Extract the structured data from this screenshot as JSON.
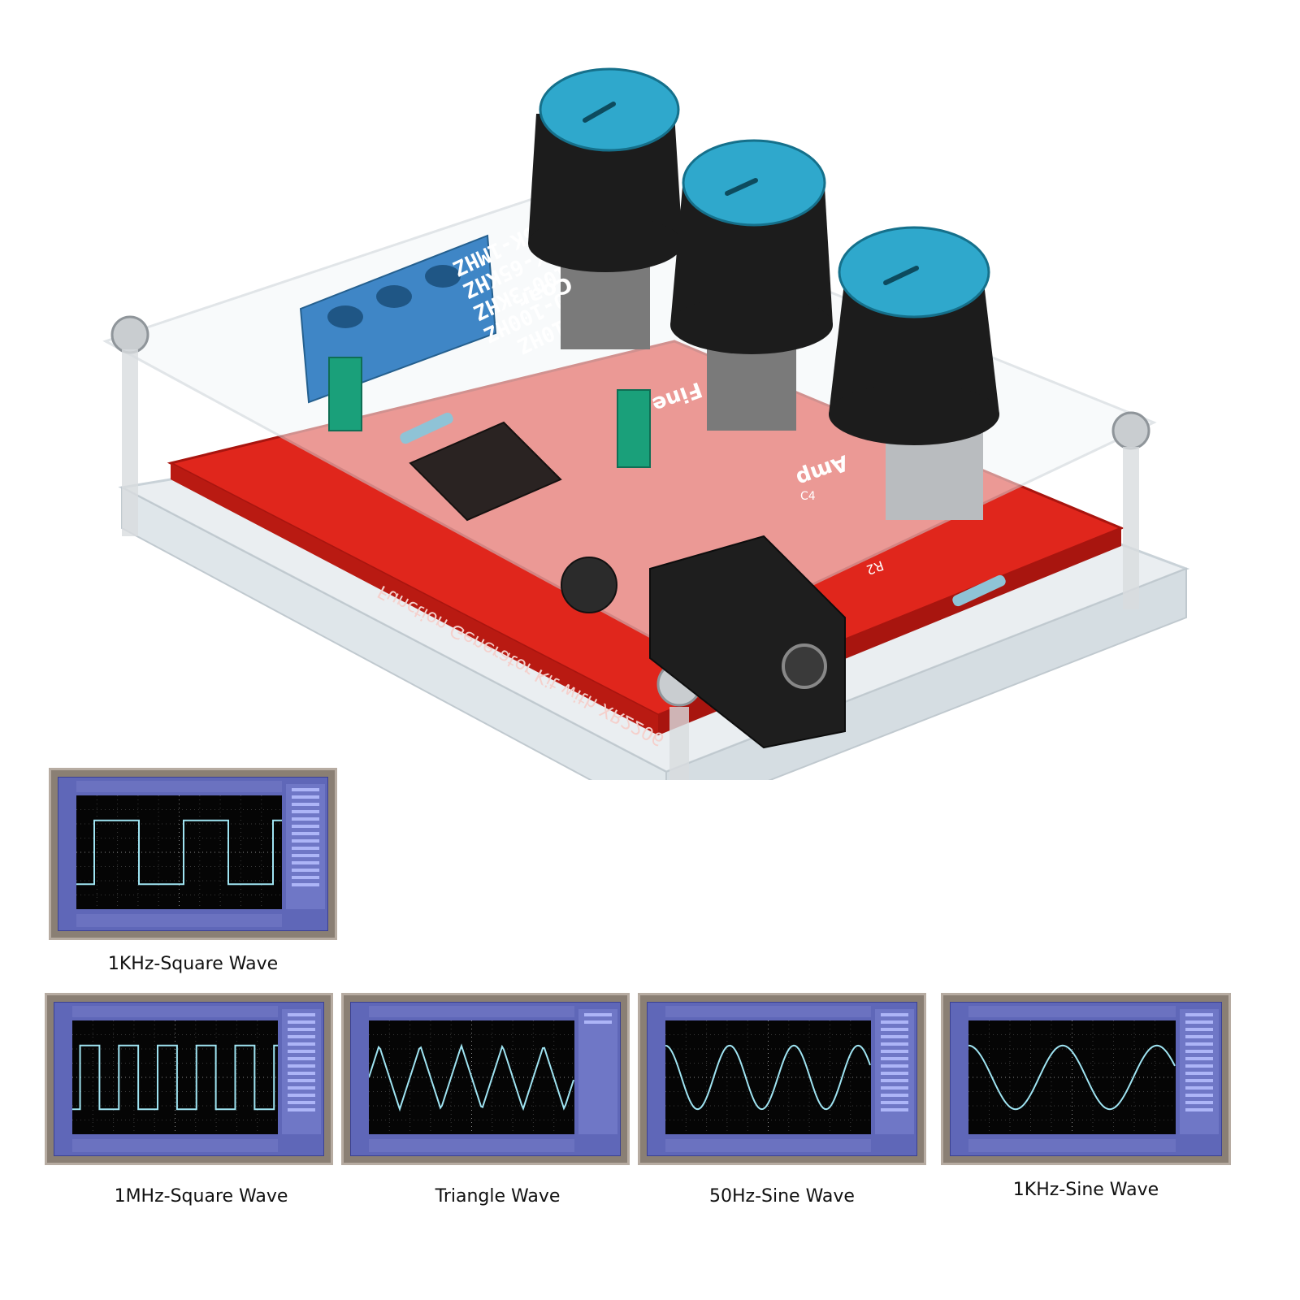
{
  "product": {
    "board_labels": {
      "coarse": "Coar",
      "fine": "Fine",
      "amp": "Amp",
      "range_1": "1-10HZ",
      "range_2": "10-100HZ",
      "range_3": "100-3KHZ",
      "range_4": "3K-65KHZ",
      "range_5": "65K-1MHZ",
      "board_title": "Function Generator Kit with XR2206",
      "r2": "R2",
      "c4": "C4"
    },
    "colors": {
      "pcb": "#e0261c",
      "knob_cap": "#2fa8cc",
      "knob_body": "#1c1c1c",
      "terminal_block": "#3f86c6",
      "jumper": "#1aa07a"
    }
  },
  "scopes": [
    {
      "caption": "1KHz-Square Wave",
      "wave": "square",
      "cycles": 2
    },
    {
      "caption": "1MHz-Square Wave",
      "wave": "square",
      "cycles": 5
    },
    {
      "caption": "Triangle Wave",
      "wave": "triangle",
      "cycles": 5
    },
    {
      "caption": "50Hz-Sine Wave",
      "wave": "sine",
      "cycles": 3
    },
    {
      "caption": "1KHz-Sine Wave",
      "wave": "sine",
      "cycles": 2
    }
  ]
}
